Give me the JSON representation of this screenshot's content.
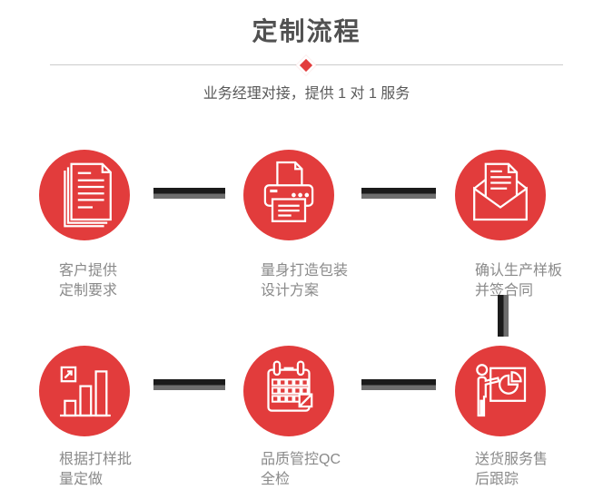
{
  "header": {
    "title": "定制流程",
    "subtitle": "业务经理对接，提供 1 对 1 服务"
  },
  "colors": {
    "accent_red": "#e23c3c",
    "title_text": "#515151",
    "subtitle_text": "#595959",
    "label_text": "#8a8a8a",
    "divider_line": "#cccccc",
    "connector_dark": "#1b1b1b",
    "connector_gray": "#6e6e6e",
    "icon_stroke": "#ffffff"
  },
  "steps": [
    {
      "icon": "stacked-documents-icon",
      "lines": [
        "客户提供",
        "定制要求"
      ]
    },
    {
      "icon": "printer-icon",
      "lines": [
        "量身打造包装",
        "设计方案"
      ]
    },
    {
      "icon": "open-envelope-icon",
      "lines": [
        "确认生产样板",
        "并签合同"
      ]
    },
    {
      "icon": "bar-chart-growth-icon",
      "lines": [
        "根据打样批",
        "量定做"
      ]
    },
    {
      "icon": "calendar-icon",
      "lines": [
        "品质管控QC",
        "全检"
      ]
    },
    {
      "icon": "presentation-board-icon",
      "lines": [
        "送货服务售",
        "后跟踪"
      ]
    }
  ]
}
